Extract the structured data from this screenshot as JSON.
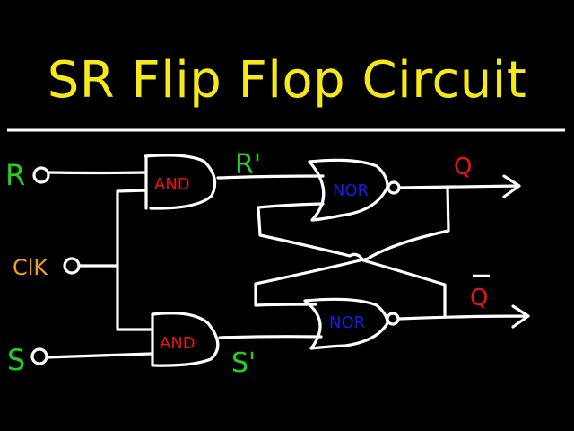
{
  "title": "SR Flip Flop Circuit",
  "colors": {
    "background": "#000000",
    "title": "#f5e91a",
    "wire": "#ffffff",
    "input_label": "#22d022",
    "clock_label": "#f0a020",
    "and_label": "#ee1111",
    "nor_label": "#1a1aee",
    "output_label": "#ee1111"
  },
  "inputs": {
    "r": "R",
    "clk": "ClK",
    "s": "S"
  },
  "gates": {
    "and_top": "AND",
    "and_bottom": "AND",
    "nor_top": "NOR",
    "nor_bottom": "NOR"
  },
  "intermediate": {
    "r_prime": "R'",
    "s_prime": "S'"
  },
  "outputs": {
    "q": "Q",
    "q_bar": "Q"
  }
}
